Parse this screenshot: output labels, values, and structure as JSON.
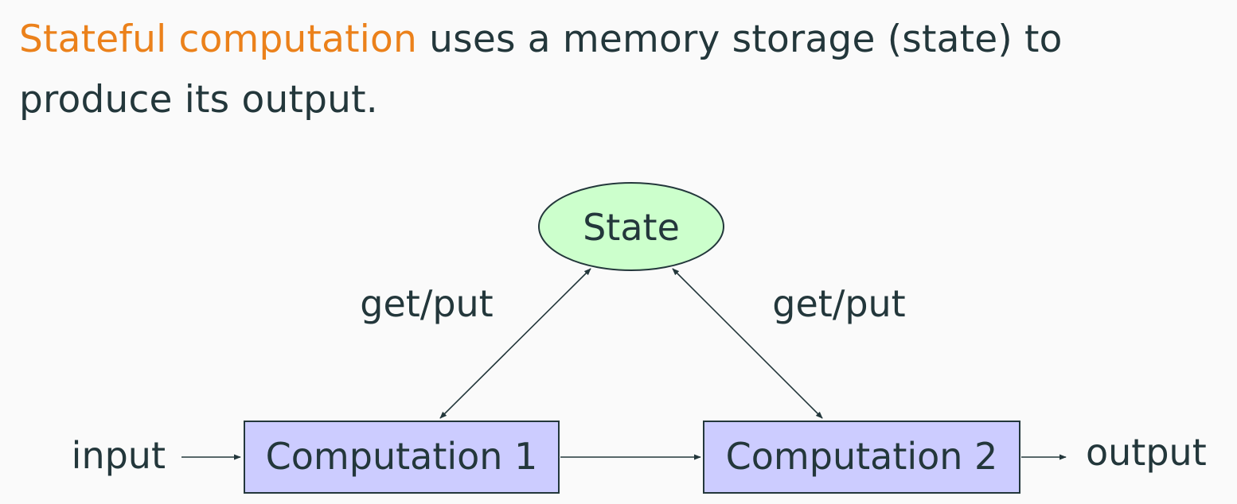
{
  "headline": {
    "term": "Stateful computation",
    "rest": " uses a memory storage (state) to produce its output.",
    "term_color": "#eb811b",
    "text_color": "#23373b"
  },
  "diagram": {
    "state_label": "State",
    "comp1_label": "Computation 1",
    "comp2_label": "Computation 2",
    "input_label": "input",
    "output_label": "output",
    "edge_left_label": "get/put",
    "edge_right_label": "get/put",
    "state_fill": "#ccffcc",
    "box_fill": "#ccccff",
    "stroke_color": "#23373b"
  }
}
